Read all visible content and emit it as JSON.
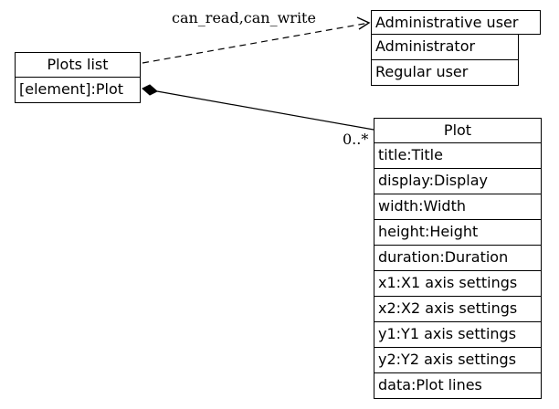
{
  "classes": {
    "plots_list": {
      "name": "Plots list",
      "attributes": [
        "[element]:Plot"
      ]
    },
    "administrative_user": {
      "name": "Administrative user",
      "subtypes": [
        "Administrator",
        "Regular user"
      ]
    },
    "plot": {
      "name": "Plot",
      "attributes": [
        "title:Title",
        "display:Display",
        "width:Width",
        "height:Height",
        "duration:Duration",
        "x1:X1 axis settings",
        "x2:X2 axis settings",
        "y1:Y1 axis settings",
        "y2:Y2 axis settings",
        "data:Plot lines"
      ]
    }
  },
  "relations": {
    "access": {
      "label": "can_read,can_write",
      "style": "dashed",
      "arrow": "open"
    },
    "composition": {
      "multiplicity": "0..*",
      "style": "solid",
      "end": "filled-diamond"
    }
  }
}
